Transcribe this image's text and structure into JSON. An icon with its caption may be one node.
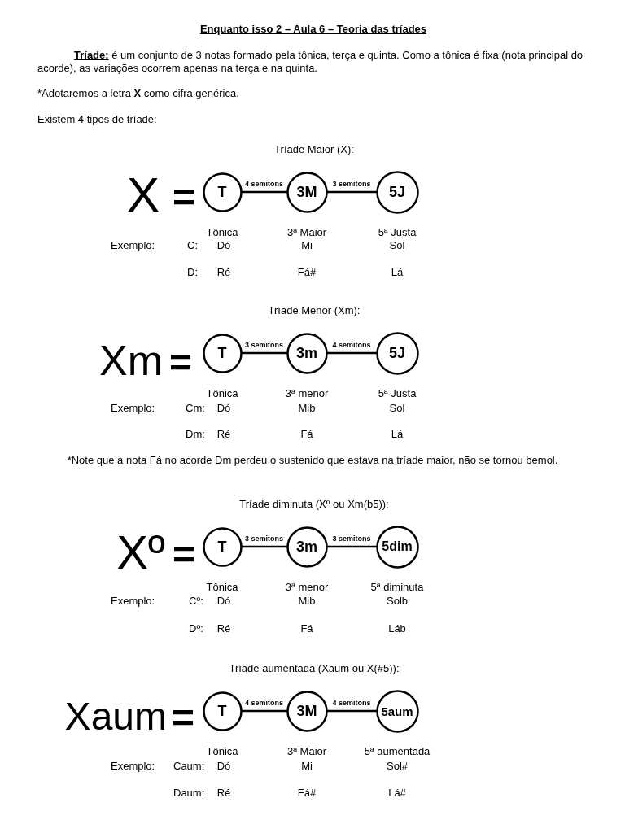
{
  "diagram": {
    "title": "Enquanto isso 2 – Aula 6 – Teoria das tríades",
    "nodes": [
      {
        "text": [
          "T"
        ],
        "beside": [
          "Tônica"
        ]
      },
      {
        "text": [
          "3M"
        ],
        "beside": [
          "3ª Maior"
        ]
      },
      {
        "text": [
          "5J"
        ],
        "beside": [
          "5ª Justa"
        ]
      },
      {
        "text": [
          "T"
        ],
        "beside": [
          "Tônica"
        ]
      },
      {
        "text": [
          "3m"
        ],
        "beside": [
          "3ª menor"
        ]
      },
      {
        "text": [
          "5J"
        ],
        "beside": [
          "5ª Justa"
        ]
      },
      {
        "text": [
          "T"
        ],
        "beside": [
          "Tônica"
        ]
      },
      {
        "text": [
          "3m"
        ],
        "beside": [
          "3ª menor"
        ]
      },
      {
        "text": [
          "5dim"
        ],
        "beside": [
          "5ª diminuta"
        ]
      },
      {
        "text": [
          "T"
        ],
        "beside": [
          "Tônica"
        ]
      },
      {
        "text": [
          "3M"
        ],
        "beside": [
          "3ª Maior"
        ]
      },
      {
        "text": [
          "5aum"
        ],
        "beside": [
          "5ª aumentada"
        ]
      }
    ],
    "edges": [
      {
        "from": 0,
        "to": 1,
        "arrow": "none",
        "label": "4 semitons"
      },
      {
        "from": 1,
        "to": 2,
        "arrow": "none",
        "label": "3 semitons"
      },
      {
        "from": 3,
        "to": 4,
        "arrow": "none",
        "label": "3 semitons"
      },
      {
        "from": 4,
        "to": 5,
        "arrow": "none",
        "label": "4 semitons"
      },
      {
        "from": 6,
        "to": 7,
        "arrow": "none",
        "label": "3 semitons"
      },
      {
        "from": 7,
        "to": 8,
        "arrow": "none",
        "label": "3 semitons"
      },
      {
        "from": 9,
        "to": 10,
        "arrow": "none",
        "label": "4 semitons"
      },
      {
        "from": 10,
        "to": 11,
        "arrow": "none",
        "label": "4 semitons"
      }
    ],
    "labels": [
      "**Tríade:** é um conjunto de 3 notas formado pela tônica, terça e quinta. Como a tônica é fixa (nota principal do acorde), as variações ocorrem apenas na terça e na quinta.",
      "*Adotaremos a letra **X** como cifra genérica.",
      "Existem 4 tipos de tríade:",
      "Tríade Maior (X):",
      "X",
      "=",
      "Exemplo:",
      "C:",
      "Dó",
      "Mi",
      "Sol",
      "D:",
      "Ré",
      "Fá#",
      "Lá",
      "Tríade Menor (Xm):",
      "Xm",
      "=",
      "Exemplo:",
      "Cm:",
      "Dó",
      "Mib",
      "Sol",
      "Dm:",
      "Ré",
      "Fá",
      "Lá",
      "*Note que a nota Fá no acorde Dm perdeu o sustenido que estava na tríade maior, não se tornou bemol.",
      "Tríade diminuta (Xº ou Xm(b5)):",
      "Xº",
      "=",
      "Exemplo:",
      "Cº:",
      "Dó",
      "Mib",
      "Solb",
      "Dº:",
      "Ré",
      "Fá",
      "Láb",
      "Tríade aumentada (Xaum ou X(#5)):",
      "Xaum",
      "=",
      "Exemplo:",
      "Caum:",
      "Dó",
      "Mi",
      "Sol#",
      "Daum:",
      "Ré",
      "Fá#",
      "Lá#"
    ]
  }
}
